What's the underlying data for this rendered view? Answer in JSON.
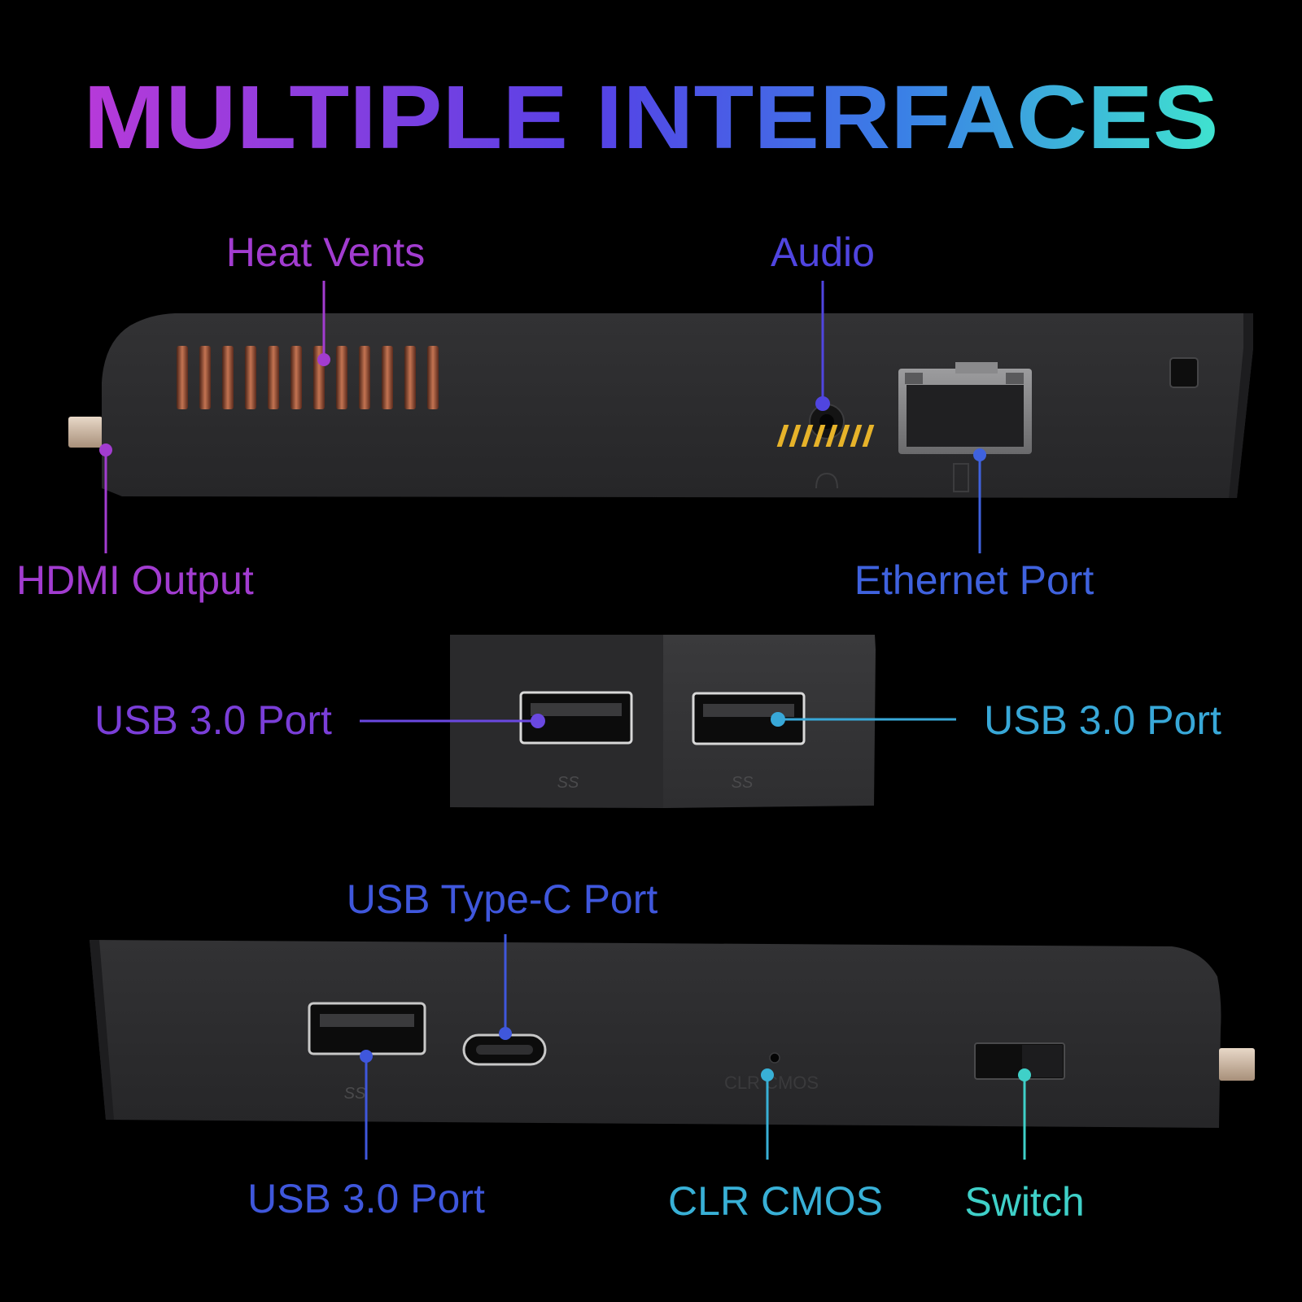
{
  "title": "MULTIPLE INTERFACES",
  "labels": {
    "heat_vents": "Heat Vents",
    "audio": "Audio",
    "hdmi_output": "HDMI Output",
    "ethernet_port": "Ethernet Port",
    "usb30_left": "USB 3.0 Port",
    "usb30_right": "USB 3.0 Port",
    "usb_type_c": "USB Type-C Port",
    "usb30_bottom": "USB 3.0 Port",
    "clr_cmos": "CLR CMOS",
    "switch": "Switch"
  },
  "device_markings": {
    "clr_cmos_print": "CLR CMOS",
    "usb_logo_text": "SS"
  },
  "colors": {
    "background": "#000000",
    "gradient_start": "#b03ad8",
    "gradient_mid": "#4a4ce0",
    "gradient_end": "#3ee0d6",
    "purple": "#a23cd0",
    "violet": "#6a48e0",
    "blue": "#3f57dc",
    "sky": "#3a7ce0",
    "teal": "#38b8d6",
    "aqua": "#3fd6c8",
    "device_body": "#2d2d2f",
    "vent_copper": "#b86a48",
    "rj45_gold": "#e7b32a"
  }
}
